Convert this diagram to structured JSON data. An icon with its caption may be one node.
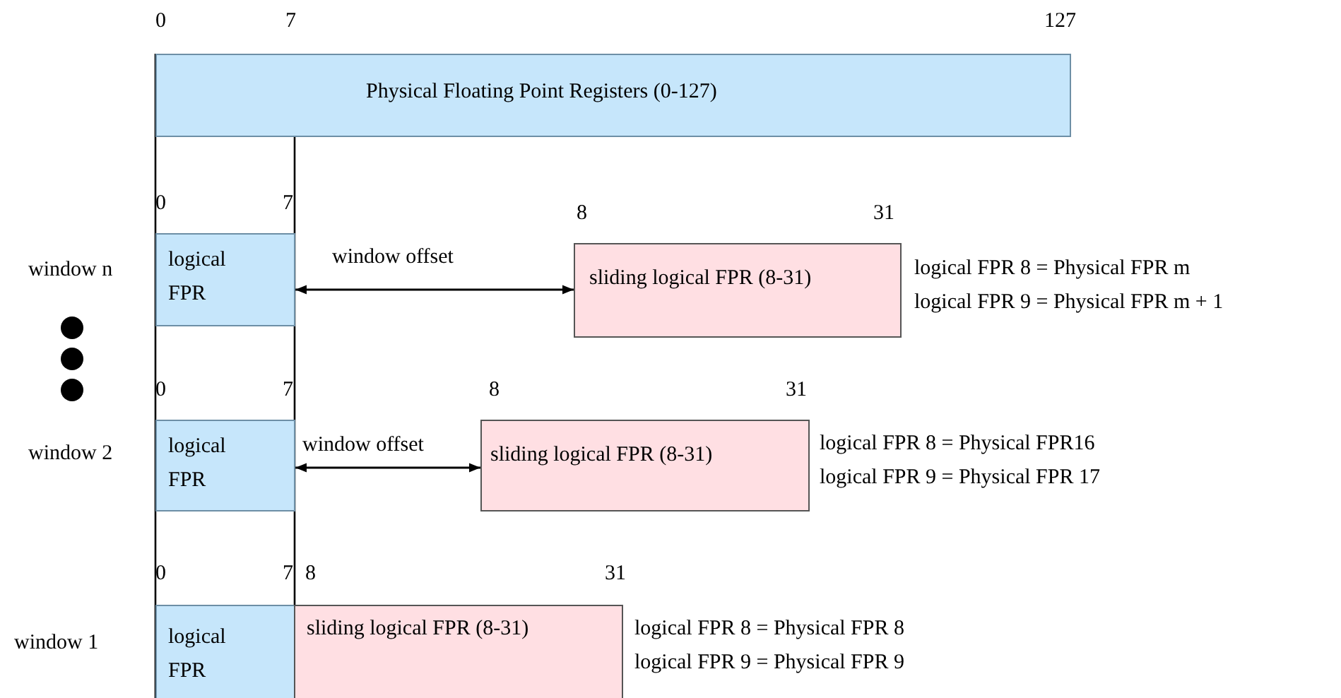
{
  "diagram": {
    "nodes": [
      {
        "text": [
          "Physical Floating Point Registers (0-127)"
        ]
      },
      {
        "text": [
          "logical FPR"
        ]
      },
      {
        "text": [
          "sliding logical FPR (8-31)"
        ],
        "beside": [
          "logical FPR 8 = Physical FPR  m",
          "logical FPR 9 = Physical FPR  m + 1"
        ]
      },
      {
        "text": [
          "logical FPR"
        ]
      },
      {
        "text": [
          "sliding logical FPR  (8-31)"
        ],
        "beside": [
          "logical FPR 8 = Physical FPR16",
          "logical FPR 9 = Physical FPR 17"
        ]
      },
      {
        "text": [
          "logical FPR"
        ]
      },
      {
        "text": [
          "sliding logical FPR  (8-31)"
        ],
        "beside": [
          "logical FPR 8 = Physical FPR 8",
          "logical FPR 9 = Physical FPR 9"
        ]
      }
    ],
    "edges": [
      {
        "from": 1,
        "to": 2,
        "arrow": "both",
        "label": "window offset"
      },
      {
        "from": 3,
        "to": 4,
        "arrow": "both",
        "label": "window offset"
      }
    ],
    "labels": [
      "0",
      "7",
      "127",
      "0",
      "7",
      "8",
      "31",
      "window n",
      "0",
      "7",
      "8",
      "31",
      "window 2",
      "0",
      "7",
      "8",
      "31",
      "window 1"
    ]
  }
}
